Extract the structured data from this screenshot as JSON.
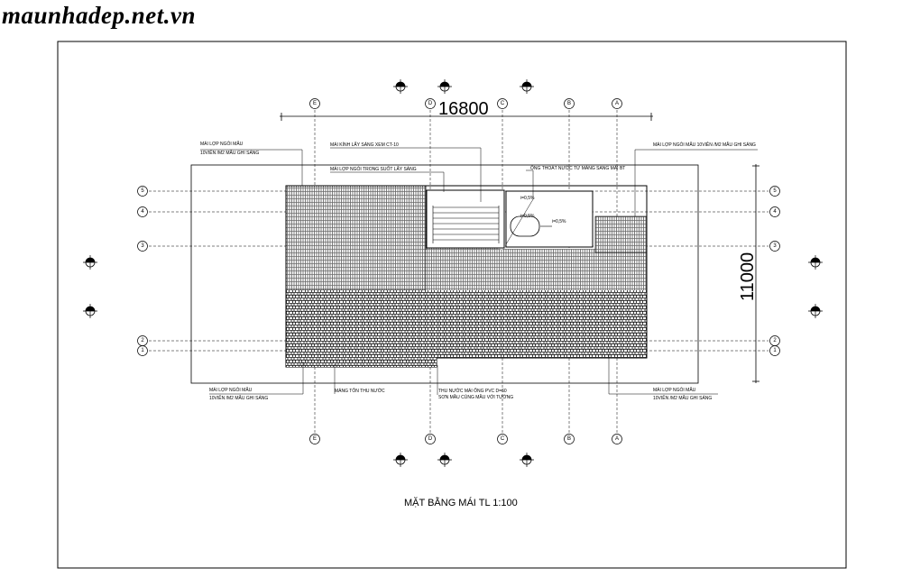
{
  "watermark": "maunhadep.net.vn",
  "title": "MẶT BẰNG MÁI TL 1:100",
  "dimensions": {
    "horizontal": "16800",
    "vertical": "11000"
  },
  "grid_letters": [
    "E",
    "D",
    "C",
    "B",
    "A"
  ],
  "grid_numbers": [
    "5",
    "4",
    "3",
    "2",
    "1"
  ],
  "notes": {
    "top_left_1": "MÁI LỢP NGÓI MẪU",
    "top_left_2": "10VIÊN /M2 MẪU GHI SÁNG",
    "skylight": "MÁI KÍNH LẤY SÁNG XEM CT-10",
    "translucent": "MÁI LỢP NGÓI TRONG SUỐT LẤY SÁNG",
    "drain_pipe": "ỐNG THOÁT NƯỚC TỪ MÁNG SANG MÁI BT",
    "top_right": "MÁI LỢP NGÓI MẪU 10VIÊN /M2 MẪU GHI SÁNG",
    "bot_left_1": "MÁI LỢP NGÓI MẪU",
    "bot_left_2": "10VIÊN /M2 MẪU GHI SÁNG",
    "gutter": "MÁNG TÔN THU NƯỚC",
    "drain_1": "THU NƯỚC MÁI ỐNG PVC D=60",
    "drain_2": "SƠN MẦU CÙNG MẦU VỚI TƯỜNG",
    "bot_right_1": "MÁI LỢP NGÓI MẪU",
    "bot_right_2": "10VIÊN /M2 MẪU GHI SÁNG"
  },
  "slopes": [
    "i=0,5%",
    "i=0,5%",
    "i=0,5%"
  ]
}
